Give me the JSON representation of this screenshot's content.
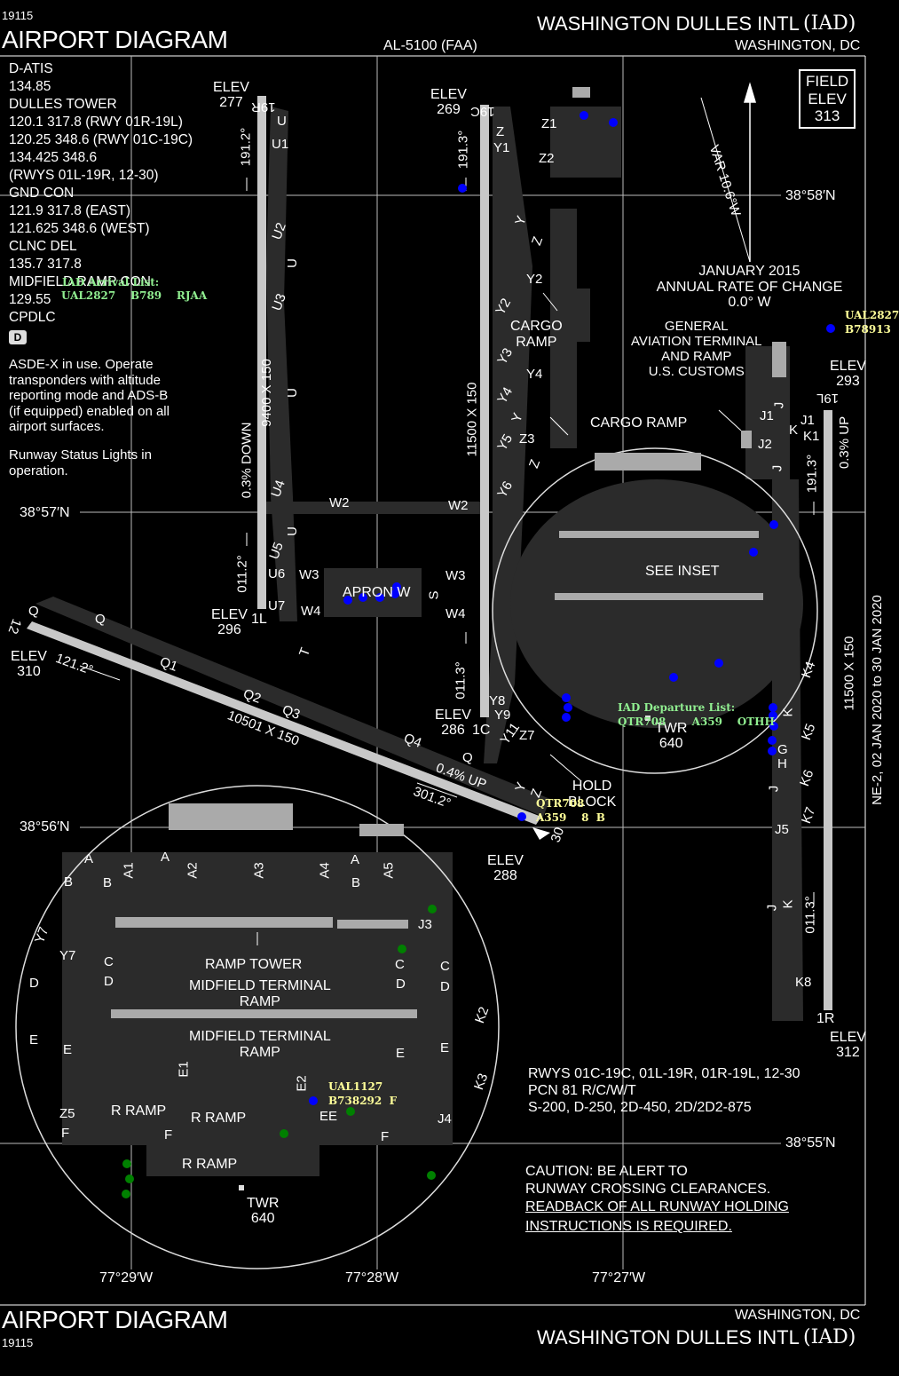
{
  "header": {
    "chart_number": "19115",
    "diagram_title": "AIRPORT DIAGRAM",
    "chart_ref": "AL-5100 (FAA)",
    "airport_name": "WASHINGTON DULLES INTL",
    "airport_code": "(IAD)",
    "city": "WASHINGTON, DC"
  },
  "footer": {
    "chart_number": "19115",
    "diagram_title": "AIRPORT DIAGRAM",
    "city": "WASHINGTON, DC",
    "airport_name": "WASHINGTON DULLES INTL",
    "airport_code": "(IAD)"
  },
  "frequencies": {
    "text": "D-ATIS\n134.85\nDULLES TOWER\n120.1  317.8 (RWY 01R-19L)\n120.25  348.6 (RWY 01C-19C)\n134.425  348.6\n(RWYS 01L-19R, 12-30)\nGND CON\n121.9  317.8 (EAST)\n121.625  348.6 (WEST)\nCLNC DEL\n135.7  317.8\nMIDFIELD RAMP CON\n129.55\nCPDLC",
    "d_logo": "D"
  },
  "notes": {
    "asde": "ASDE-X in use. Operate\ntransponders with altitude\nreporting mode and ADS-B\n(if equipped) enabled on all\nairport surfaces.",
    "rwsl": "Runway Status Lights in\noperation.",
    "field_elev": "FIELD\nELEV\n313",
    "variation": "VAR 10.6°W",
    "annual_change": "JANUARY 2015\nANNUAL RATE OF CHANGE\n0.0° W",
    "pcn": "RWYS 01C-19C, 01L-19R, 01R-19L, 12-30\n      PCN 81 R/C/W/T\n      S-200, D-250, 2D-450, 2D/2D2-875",
    "caution_line1": "CAUTION:  BE ALERT TO",
    "caution_line2": "RUNWAY CROSSING CLEARANCES.",
    "caution_line3": "READBACK OF ALL RUNWAY HOLDING",
    "caution_line4": "INSTRUCTIONS IS REQUIRED.",
    "vertical_side": "NE-2, 02 JAN 2020 to 30 JAN 2020"
  },
  "grid": {
    "lat_1": "38°58′N",
    "lat_2": "38°57′N",
    "lat_3": "38°56′N",
    "lat_4": "38°55′N",
    "lon_1": "77°29′W",
    "lon_2": "77°28′W",
    "lon_3": "77°27′W"
  },
  "runways": {
    "r19r_label": "19R",
    "r01l_label": "1L",
    "r19c_label": "19C",
    "r01c_label": "1C",
    "r19l_label": "19L",
    "r01r_label": "1R",
    "r12_label": "12",
    "r30_label": "30",
    "west_dims": "9400 X 150",
    "center_dims": "11500 X 150",
    "east_dims": "11500 X 150",
    "diag_dims": "10501 X 150",
    "west_hdg_top": "191.2°",
    "west_hdg_bot": "011.2°",
    "center_hdg_top": "191.3°",
    "center_hdg_bot": "011.3°",
    "east_hdg_top": "191.3°",
    "east_hdg_bot": "011.3°",
    "diag_hdg_1": "121.2°",
    "diag_hdg_2": "301.2°",
    "west_slope": "0.3% DOWN",
    "east_slope": "0.3% UP",
    "diag_slope": "0.4% UP"
  },
  "elevations": {
    "e19r": "ELEV\n277",
    "e19c": "ELEV\n269",
    "e01l": "ELEV\n296",
    "e12": "ELEV\n310",
    "e01c": "ELEV\n286",
    "e30": "ELEV\n288",
    "e19l": "ELEV\n293",
    "e01r": "ELEV\n312"
  },
  "taxiways": {
    "U": "U",
    "U1": "U1",
    "U2": "U2",
    "U3": "U3",
    "U4": "U4",
    "U5": "U5",
    "U6": "U6",
    "U7": "U7",
    "W2": "W2",
    "W3": "W3",
    "W4": "W4",
    "Z": "Z",
    "Z1": "Z1",
    "Z2": "Z2",
    "Z3": "Z3",
    "Z7": "Z7",
    "Y": "Y",
    "Y1": "Y1",
    "Y2": "Y2",
    "Y3": "Y3",
    "Y4": "Y4",
    "Y5": "Y5",
    "Y6": "Y6",
    "Y8": "Y8",
    "Y9": "Y9",
    "Y11": "Y11",
    "Q": "Q",
    "Q1": "Q1",
    "Q2": "Q2",
    "Q3": "Q3",
    "Q4": "Q4",
    "S": "S",
    "T": "T",
    "J": "J",
    "J1": "J1",
    "J2": "J2",
    "J5": "J5",
    "K": "K",
    "K1": "K1",
    "K4": "K4",
    "K5": "K5",
    "K6": "K6",
    "K7": "K7",
    "K8": "K8",
    "G": "G",
    "H": "H"
  },
  "areas": {
    "apron_w": "APRON W",
    "cargo_ramp_1": "CARGO\nRAMP",
    "cargo_ramp_2": "CARGO RAMP",
    "ga_terminal": "GENERAL\nAVIATION TERMINAL\nAND RAMP\nU.S. CUSTOMS",
    "see_inset": "SEE INSET",
    "twr": "TWR\n640",
    "hold_block": "HOLD\nBLOCK"
  },
  "inset": {
    "ramp_tower": "RAMP TOWER",
    "midfield_1": "MIDFIELD TERMINAL\nRAMP",
    "midfield_2": "MIDFIELD TERMINAL\nRAMP",
    "r_ramp": "R RAMP",
    "twr": "TWR\n640",
    "A": "A",
    "A1": "A1",
    "A2": "A2",
    "A3": "A3",
    "A4": "A4",
    "A5": "A5",
    "B": "B",
    "C": "C",
    "D": "D",
    "E": "E",
    "E1": "E1",
    "E2": "E2",
    "EE": "EE",
    "F": "F",
    "J3": "J3",
    "J4": "J4",
    "K2": "K2",
    "K3": "K3",
    "Y7": "Y7",
    "Z5": "Z5"
  },
  "overlays": {
    "arrival_title": "IAD Arrival List:",
    "arrival_row": "UAL2827    B789    RJAA",
    "departure_title": "IAD Departure List:",
    "departure_row": "QTR708       A359    OTHH",
    "tag_ual2827": "UAL2827\nB78913",
    "tag_qtr708": "QTR708\nA359    8  B",
    "tag_ual1127": "UAL1127\nB738292  F"
  },
  "colors": {
    "background": "#000000",
    "pavement": "#2a2a2a",
    "runway": "#c8c8c8",
    "aircraft_marker": "#0000ff",
    "ground_marker": "#008000",
    "arrival_text": "#90ee90",
    "tag_text": "#ffff99"
  }
}
